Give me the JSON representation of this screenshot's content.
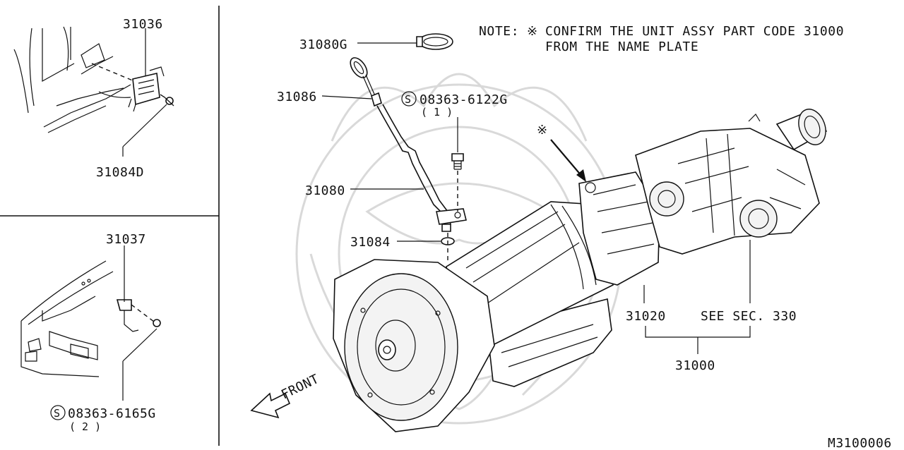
{
  "note": {
    "prefix": "NOTE:",
    "symbol": "※",
    "line1": "CONFIRM THE UNIT ASSY PART CODE 31000",
    "line2": "FROM THE NAME PLATE"
  },
  "callout_symbol": "※",
  "labels": {
    "p31036": "31036",
    "p31084D": "31084D",
    "p31037": "31037",
    "p31080G": "31080G",
    "p31086": "31086",
    "p31080": "31080",
    "p31084": "31084",
    "p31020": "31020",
    "p31000": "31000",
    "see_sec": "SEE SEC. 330",
    "bolt_6122": "08363-6122G",
    "bolt_6122_qty": "( 1 )",
    "bolt_6165": "08363-6165G",
    "bolt_6165_qty": "( 2 )",
    "screw_symbol": "S",
    "front": "FRONT",
    "diagram_code": "M3100006"
  }
}
